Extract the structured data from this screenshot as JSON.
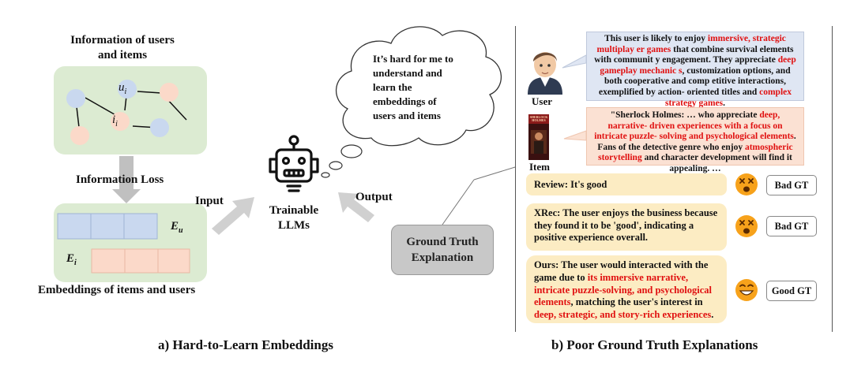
{
  "left": {
    "title": "Information of users and items",
    "node_u": "u",
    "node_u_sub": "i",
    "node_i": "i",
    "node_i_sub": "i",
    "loss_label": "Information Loss",
    "emb_u": "E",
    "emb_u_sub": "u",
    "emb_i": "E",
    "emb_i_sub": "i",
    "emb_label": "Embeddings of items and users",
    "caption": "a) Hard-to-Learn Embeddings"
  },
  "middle": {
    "thought": "It’s hard for me to understand and learn the embeddings of users and items",
    "input_label": "Input",
    "output_label": "Output",
    "robot_label_1": "Trainable",
    "robot_label_2": "LLMs",
    "gt_line1": "Ground Truth",
    "gt_line2": "Explanation"
  },
  "right": {
    "user_label": "User",
    "item_label": "Item",
    "poster_text": "SHERLOCK HOLMES",
    "user_text": {
      "p1": "This user is likely to enjoy ",
      "r1": "immersive, strategic multiplay er games",
      "p2": " that combine survival elements with communit y engagement. They appreciate ",
      "r2": "deep gameplay mechanic s",
      "p3": ", customization options, and both cooperative and comp etitive interactions, exemplified by action- oriented titles and ",
      "r3": "complex strategy games",
      "p4": "."
    },
    "item_text": {
      "p1": "\"Sherlock Holmes: … who appreciate ",
      "r1": "deep, narrative- driven experiences with a focus on intricate puzzle- solving and psychological elements",
      "p2": ". Fans of the detective genre who enjoy ",
      "r2": "atmospheric storytelling",
      "p3": " and character development will find it appealing. …"
    },
    "review": "Review: It's good",
    "xrec": "XRec: The user enjoys the business because they found it to be 'good', indicating a positive experience overall.",
    "ours": {
      "p1": "Ours: The user would interacted with the game due to ",
      "r1": "its immersive narrative, intricate puzzle-solving, and psychological elements",
      "p2": ", matching the user's interest in ",
      "r2": "deep, strategic, and story-rich experiences",
      "p3": "."
    },
    "bad_gt": "Bad GT",
    "bad_gt_2": "Bad GT",
    "good_gt": "Good GT",
    "caption": "b) Poor Ground Truth Explanations"
  },
  "colors": {
    "graph_bg": "#dcebd2",
    "node_blue": "#c9d8ef",
    "node_pink": "#fbd9c9",
    "highlight_red": "#e01010",
    "user_bubble": "#dfe6f3",
    "item_bubble": "#fbe1d3",
    "answer_bg": "#fcecc3",
    "gt_box": "#c8c8c8"
  },
  "icons": [
    "robot-icon",
    "user-avatar",
    "item-poster",
    "dizzy-face-icon",
    "grin-face-icon",
    "thought-bubble"
  ]
}
